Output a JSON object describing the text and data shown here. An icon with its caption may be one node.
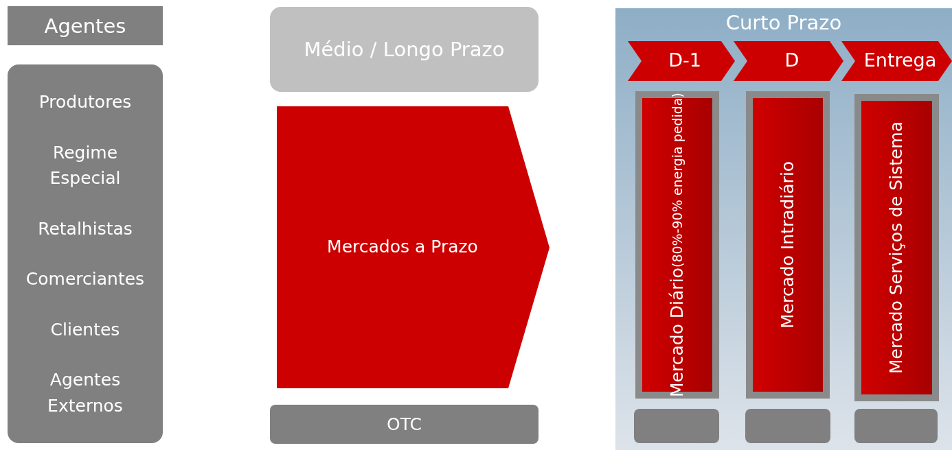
{
  "diagram": {
    "nodes": [
      {
        "text": [
          "Agentes"
        ]
      },
      {
        "text": [
          "Produtores",
          "Regime Especial",
          "Retalhistas",
          "Comerciantes",
          "Clientes",
          "Agentes Externos"
        ]
      },
      {
        "text": [
          "Médio / Longo Prazo"
        ]
      },
      {
        "text": [
          "Mercados a Prazo"
        ]
      },
      {
        "text": [
          "OTC"
        ]
      },
      {
        "text": [
          "Curto Prazo"
        ]
      },
      {
        "text": [
          "D-1"
        ],
        "in": 5
      },
      {
        "text": [
          "D"
        ],
        "in": 5
      },
      {
        "text": [
          "Entrega"
        ],
        "in": 5
      },
      {
        "text": [
          "Mercado Diário",
          "(80%-90% energia pedida)"
        ],
        "in": 5
      },
      {
        "text": [
          "Mercado Intradiário"
        ],
        "in": 5
      },
      {
        "text": [
          "Mercado Serviços de Sistema"
        ],
        "in": 5
      },
      {
        "text": [],
        "shape": "box",
        "in": 5
      },
      {
        "text": [],
        "shape": "box",
        "in": 5
      },
      {
        "text": [],
        "shape": "box",
        "in": 5
      }
    ]
  }
}
